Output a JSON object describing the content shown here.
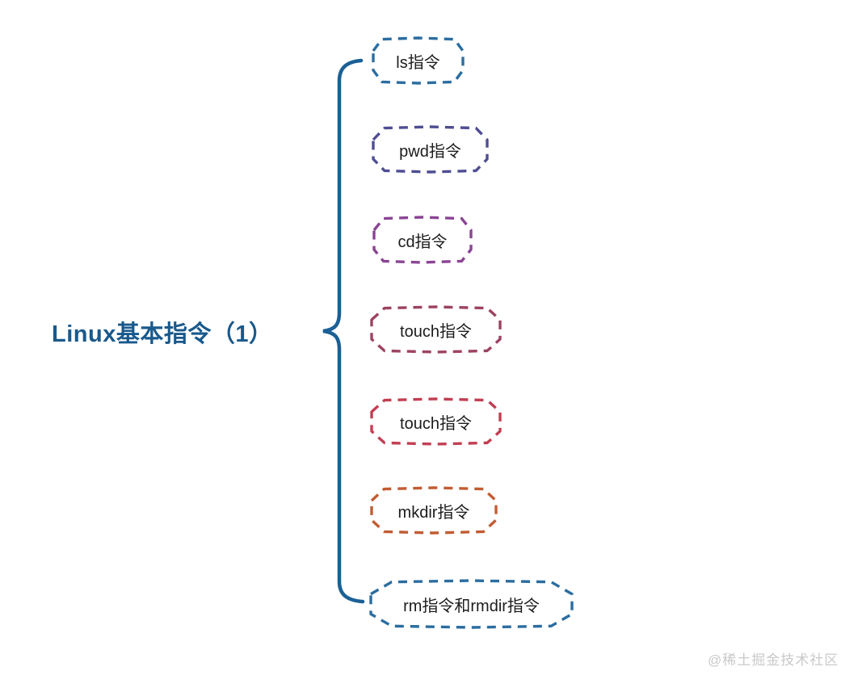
{
  "root": {
    "label": "Linux基本指令（1）",
    "color": "#19598c"
  },
  "brace": {
    "color": "#1b6096"
  },
  "nodes": [
    {
      "label": "ls指令",
      "color": "#2b6da0"
    },
    {
      "label": "pwd指令",
      "color": "#4f4d92"
    },
    {
      "label": "cd指令",
      "color": "#8a4493"
    },
    {
      "label": "touch指令",
      "color": "#9d4263"
    },
    {
      "label": "touch指令",
      "color": "#c13f52"
    },
    {
      "label": "mkdir指令",
      "color": "#c25c33"
    },
    {
      "label": "rm指令和rmdir指令",
      "color": "#2b6da0"
    }
  ],
  "watermark": {
    "text": "@稀土掘金技术社区",
    "color": "#c9c9c9"
  }
}
